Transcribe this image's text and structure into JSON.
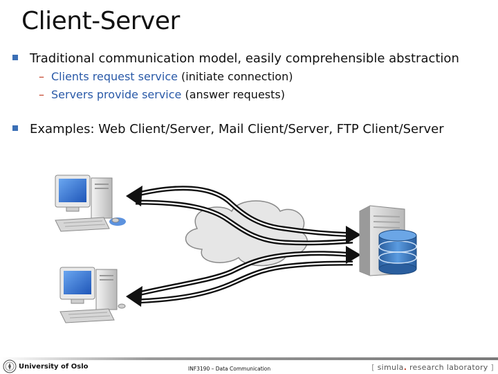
{
  "slide": {
    "title": "Client-Server",
    "bullets": [
      {
        "text": "Traditional communication model, easily comprehensible abstraction",
        "sub": [
          {
            "dash": "–",
            "highlight": "Clients request service",
            "rest": " (initiate connection)"
          },
          {
            "dash": "–",
            "highlight": "Servers provide service",
            "rest": " (answer requests)"
          }
        ]
      },
      {
        "text": "Examples: Web Client/Server, Mail Client/Server, FTP Client/Server"
      }
    ]
  },
  "diagram": {
    "nodes": [
      "client-computer-top",
      "client-computer-bottom",
      "network-cloud",
      "server-with-database"
    ],
    "colors": {
      "arrow": "#111111",
      "cloud_fill": "#e6e6e6",
      "database": "#3a78c3",
      "screen": "#3f7fd8"
    }
  },
  "footer": {
    "university": "University of Oslo",
    "course": "INF3190 – Data Communication",
    "lab_open": "[",
    "lab_name": "simula",
    "lab_dot": ".",
    "lab_rest": "research laboratory",
    "lab_close": "]"
  }
}
